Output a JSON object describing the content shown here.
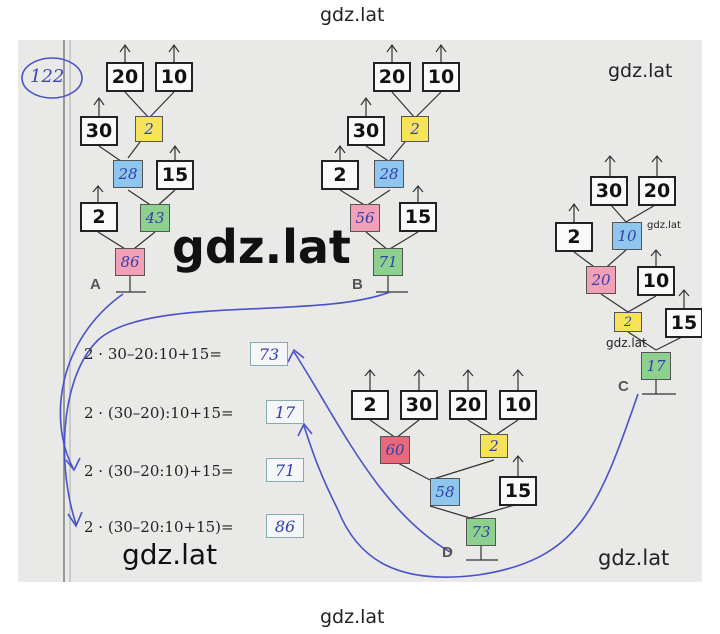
{
  "watermarks": {
    "top": "gdz.lat",
    "right": "gdz.lat",
    "center": "gdz.lat",
    "small_right": "gdz.lat",
    "small_c": "gdz.lat",
    "lower_left": "gdz.lat",
    "lower_right": "gdz.lat",
    "bottom": "gdz.lat"
  },
  "exercise_number": "122",
  "trees": {
    "A": {
      "label": "A",
      "n1": "20",
      "n2": "10",
      "n3": "30",
      "n4": "15",
      "n5": "2",
      "r1": "2",
      "r2": "28",
      "r3": "43",
      "r4": "86"
    },
    "B": {
      "label": "B",
      "n1": "20",
      "n2": "10",
      "n3": "30",
      "n4": "2",
      "n5": "15",
      "r1": "2",
      "r2": "28",
      "r3": "56",
      "r4": "71"
    },
    "C": {
      "label": "C",
      "n1": "30",
      "n2": "20",
      "n3": "2",
      "n4": "10",
      "n5": "15",
      "r1": "10",
      "r2": "20",
      "r3": "2",
      "r4": "17"
    },
    "D": {
      "label": "D",
      "n1": "2",
      "n2": "30",
      "n3": "20",
      "n4": "10",
      "n5": "15",
      "r1": "60",
      "r2": "2",
      "r3": "58",
      "r4": "73"
    }
  },
  "expressions": [
    {
      "text": "2 · 30–20:10+15=",
      "answer": "73"
    },
    {
      "text": "2 · (30–20):10+15=",
      "answer": "17"
    },
    {
      "text": "2 · (30–20:10)+15=",
      "answer": "71"
    },
    {
      "text": "2 · (30–20:10+15)=",
      "answer": "86"
    }
  ]
}
